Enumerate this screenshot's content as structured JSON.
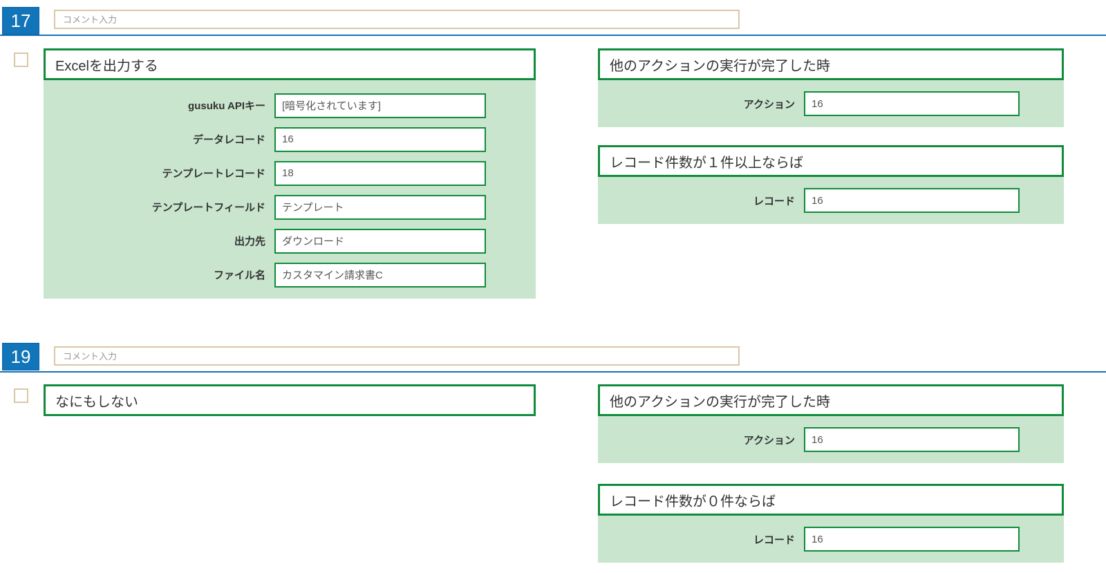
{
  "colors": {
    "accent_blue": "#1274b9",
    "border_green": "#0f8c3a",
    "panel_green": "#c9e5cd",
    "comment_tan": "#d9c7a7"
  },
  "sections": [
    {
      "number": "17",
      "comment_placeholder": "コメント入力",
      "action": {
        "title": "Excelを出力する",
        "fields": [
          {
            "label": "gusuku APIキー",
            "value": "[暗号化されています]"
          },
          {
            "label": "データレコード",
            "value": "16"
          },
          {
            "label": "テンプレートレコード",
            "value": "18"
          },
          {
            "label": "テンプレートフィールド",
            "value": "テンプレート"
          },
          {
            "label": "出力先",
            "value": "ダウンロード"
          },
          {
            "label": "ファイル名",
            "value": "カスタマイン請求書C"
          }
        ]
      },
      "event": {
        "title": "他のアクションの実行が完了した時",
        "fields": [
          {
            "label": "アクション",
            "value": "16"
          }
        ]
      },
      "condition": {
        "title": "レコード件数が１件以上ならば",
        "fields": [
          {
            "label": "レコード",
            "value": "16"
          }
        ]
      }
    },
    {
      "number": "19",
      "comment_placeholder": "コメント入力",
      "action": {
        "title": "なにもしない",
        "fields": []
      },
      "event": {
        "title": "他のアクションの実行が完了した時",
        "fields": [
          {
            "label": "アクション",
            "value": "16"
          }
        ]
      },
      "condition": {
        "title": "レコード件数が０件ならば",
        "fields": [
          {
            "label": "レコード",
            "value": "16"
          }
        ]
      }
    }
  ]
}
